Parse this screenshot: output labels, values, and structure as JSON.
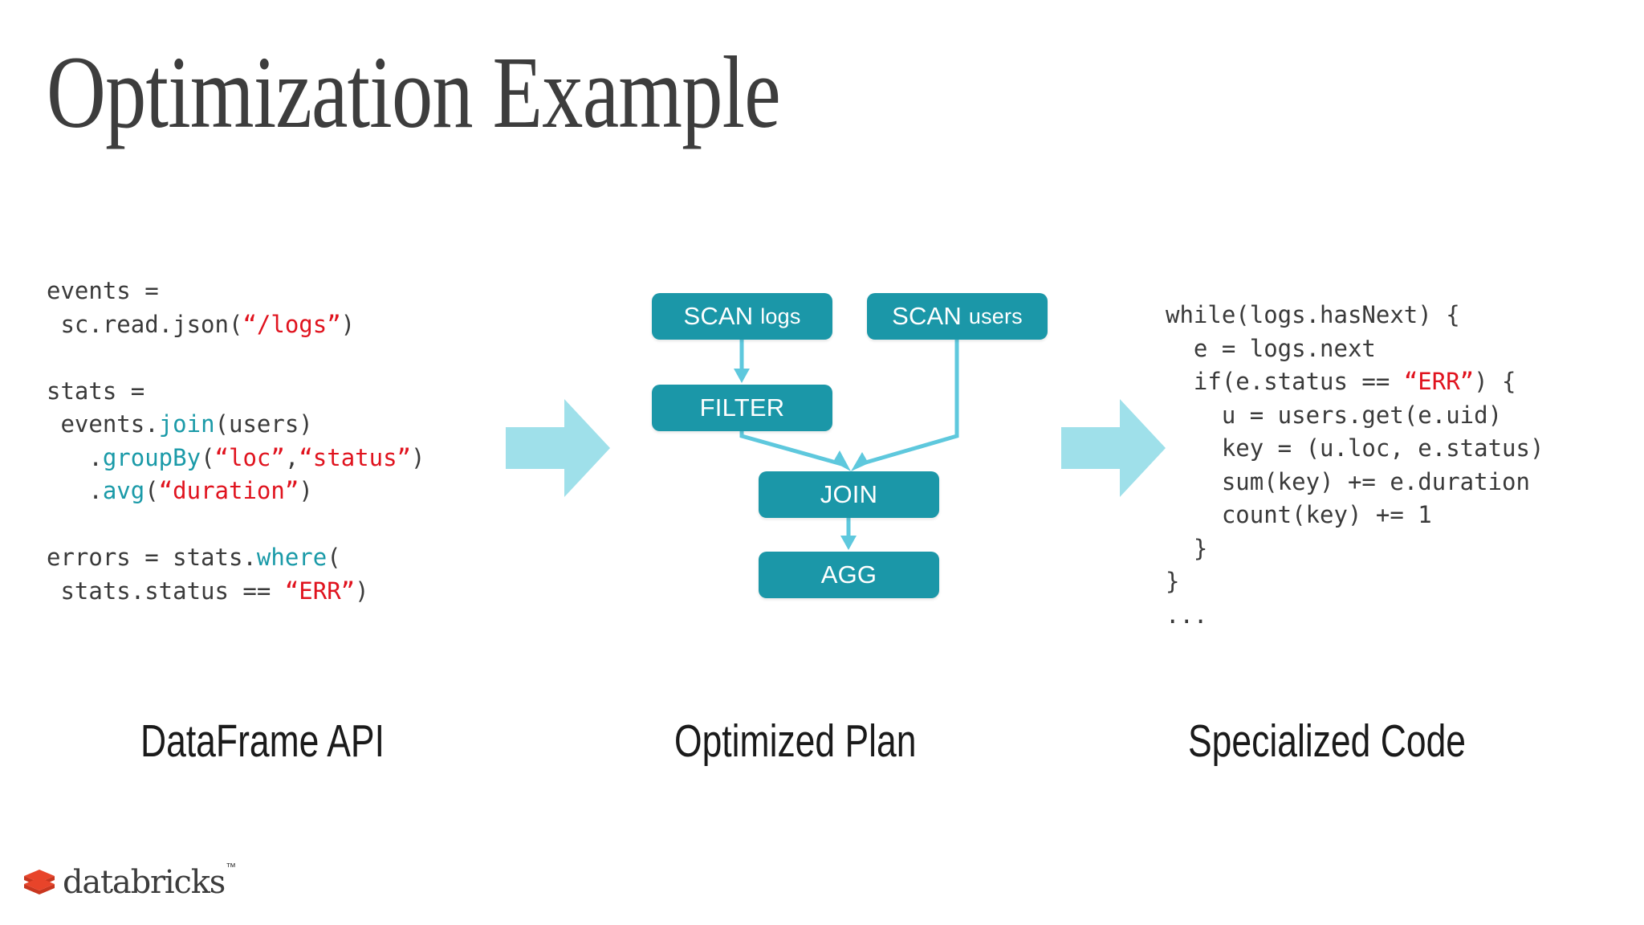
{
  "slide": {
    "title": "Optimization Example",
    "background_color": "#ffffff"
  },
  "colors": {
    "title_text": "#3d3d3d",
    "plan_box_fill": "#1b97a8",
    "plan_box_text": "#ffffff",
    "plan_edge": "#5ec8dd",
    "transition_arrow": "#9fe0ea",
    "code_text": "#3a3a3a",
    "code_string": "#e0131e",
    "code_method": "#1a9aa8",
    "caption_text": "#1a1a1a",
    "brand_red": "#e8442a",
    "brand_wordmark": "#3c3c3c"
  },
  "columns": [
    {
      "id": "dataframe-api",
      "caption": "DataFrame API",
      "code_lines": [
        [
          {
            "t": "events =",
            "k": "plain"
          }
        ],
        [
          {
            "t": " sc.read.json(",
            "k": "plain"
          },
          {
            "t": "“/logs”",
            "k": "string"
          },
          {
            "t": ")",
            "k": "plain"
          }
        ],
        [],
        [
          {
            "t": "stats =",
            "k": "plain"
          }
        ],
        [
          {
            "t": " events.",
            "k": "plain"
          },
          {
            "t": "join",
            "k": "method"
          },
          {
            "t": "(users)",
            "k": "plain"
          }
        ],
        [
          {
            "t": "   .",
            "k": "plain"
          },
          {
            "t": "groupBy",
            "k": "method"
          },
          {
            "t": "(",
            "k": "plain"
          },
          {
            "t": "“loc”",
            "k": "string"
          },
          {
            "t": ",",
            "k": "plain"
          },
          {
            "t": "“status”",
            "k": "string"
          },
          {
            "t": ")",
            "k": "plain"
          }
        ],
        [
          {
            "t": "   .",
            "k": "plain"
          },
          {
            "t": "avg",
            "k": "method"
          },
          {
            "t": "(",
            "k": "plain"
          },
          {
            "t": "“duration”",
            "k": "string"
          },
          {
            "t": ")",
            "k": "plain"
          }
        ],
        [],
        [
          {
            "t": "errors = stats.",
            "k": "plain"
          },
          {
            "t": "where",
            "k": "method"
          },
          {
            "t": "(",
            "k": "plain"
          }
        ],
        [
          {
            "t": " stats.status == ",
            "k": "plain"
          },
          {
            "t": "“ERR”",
            "k": "string"
          },
          {
            "t": ")",
            "k": "plain"
          }
        ]
      ]
    },
    {
      "id": "optimized-plan",
      "caption": "Optimized Plan"
    },
    {
      "id": "specialized-code",
      "caption": "Specialized Code",
      "code_lines": [
        [
          {
            "t": "while(logs.hasNext) {",
            "k": "plain"
          }
        ],
        [
          {
            "t": "  e = logs.next",
            "k": "plain"
          }
        ],
        [
          {
            "t": "  if(e.status == ",
            "k": "plain"
          },
          {
            "t": "“ERR”",
            "k": "string"
          },
          {
            "t": ") {",
            "k": "plain"
          }
        ],
        [
          {
            "t": "    u = users.get(e.uid)",
            "k": "plain"
          }
        ],
        [
          {
            "t": "    key = (u.loc, e.status)",
            "k": "plain"
          }
        ],
        [
          {
            "t": "    sum(key) += e.duration",
            "k": "plain"
          }
        ],
        [
          {
            "t": "    count(key) += 1",
            "k": "plain"
          }
        ],
        [
          {
            "t": "  }",
            "k": "plain"
          }
        ],
        [
          {
            "t": "}",
            "k": "plain"
          }
        ],
        [
          {
            "t": "...",
            "k": "plain"
          }
        ]
      ]
    }
  ],
  "plan": {
    "nodes": [
      {
        "id": "scan-logs",
        "label": "SCAN logs",
        "label_main": "SCAN",
        "label_sub": "logs"
      },
      {
        "id": "scan-users",
        "label": "SCAN users",
        "label_main": "SCAN",
        "label_sub": "users"
      },
      {
        "id": "filter",
        "label": "FILTER"
      },
      {
        "id": "join",
        "label": "JOIN"
      },
      {
        "id": "agg",
        "label": "AGG"
      }
    ],
    "edges": [
      {
        "from": "scan-logs",
        "to": "filter"
      },
      {
        "from": "filter",
        "to": "join"
      },
      {
        "from": "scan-users",
        "to": "join"
      },
      {
        "from": "join",
        "to": "agg"
      }
    ]
  },
  "transitions": [
    {
      "id": "arrow-dataframe-to-plan",
      "label": "right-arrow"
    },
    {
      "id": "arrow-plan-to-code",
      "label": "right-arrow"
    }
  ],
  "brand": {
    "name": "databricks",
    "trademark": "™"
  }
}
